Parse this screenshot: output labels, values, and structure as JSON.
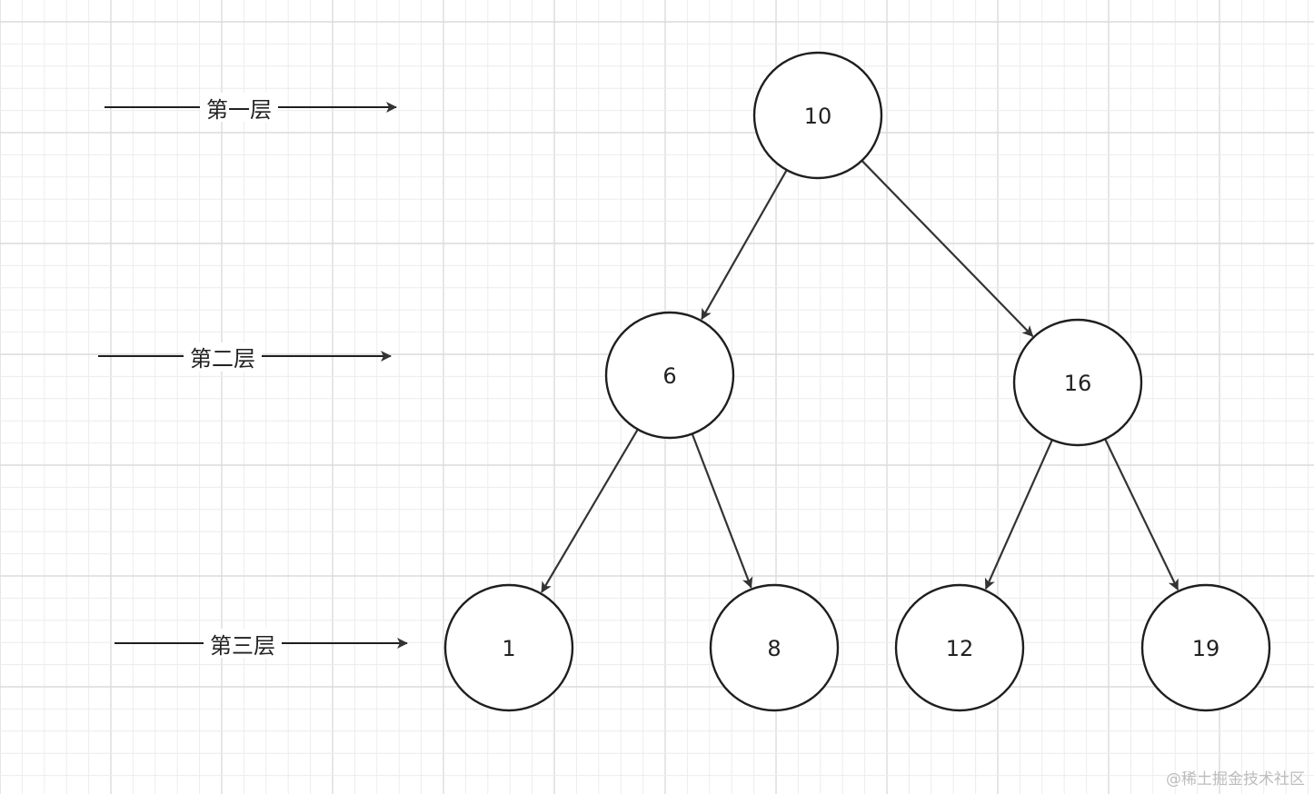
{
  "layers": [
    {
      "label": "第一层"
    },
    {
      "label": "第二层"
    },
    {
      "label": "第三层"
    }
  ],
  "tree": {
    "nodes": [
      {
        "id": "n10",
        "value": "10",
        "level": 1
      },
      {
        "id": "n6",
        "value": "6",
        "level": 2
      },
      {
        "id": "n16",
        "value": "16",
        "level": 2
      },
      {
        "id": "n1",
        "value": "1",
        "level": 3
      },
      {
        "id": "n8",
        "value": "8",
        "level": 3
      },
      {
        "id": "n12",
        "value": "12",
        "level": 3
      },
      {
        "id": "n19",
        "value": "19",
        "level": 3
      }
    ],
    "edges": [
      {
        "from": "n10",
        "to": "n6"
      },
      {
        "from": "n10",
        "to": "n16"
      },
      {
        "from": "n6",
        "to": "n1"
      },
      {
        "from": "n6",
        "to": "n8"
      },
      {
        "from": "n16",
        "to": "n12"
      },
      {
        "from": "n16",
        "to": "n19"
      }
    ]
  },
  "watermark": "@稀土掘金技术社区",
  "colors": {
    "stroke": "#1f1f1f",
    "edge": "#333333",
    "grid_minor": "#ececec",
    "grid_major": "#dcdcdc"
  }
}
